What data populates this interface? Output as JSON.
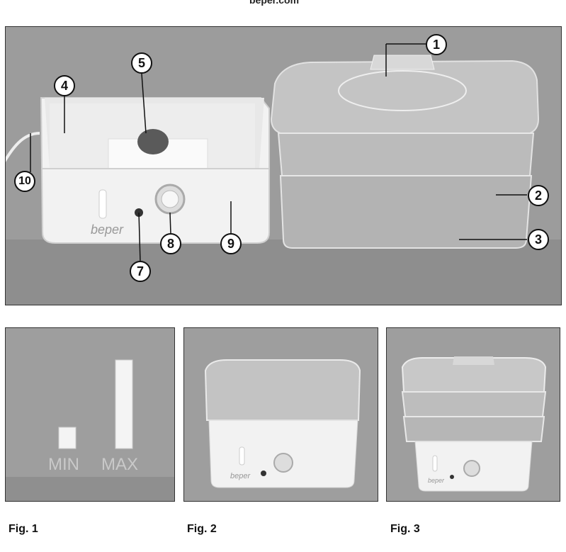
{
  "header": {
    "site": "beper.com"
  },
  "main_figure": {
    "callouts": [
      "1",
      "2",
      "3",
      "4",
      "5",
      "7",
      "8",
      "9",
      "10"
    ],
    "brand": "beper"
  },
  "figures": [
    {
      "caption": "Fig. 1",
      "min_label": "MIN",
      "max_label": "MAX"
    },
    {
      "caption": "Fig. 2",
      "brand": "beper"
    },
    {
      "caption": "Fig. 3",
      "brand": "beper"
    }
  ]
}
